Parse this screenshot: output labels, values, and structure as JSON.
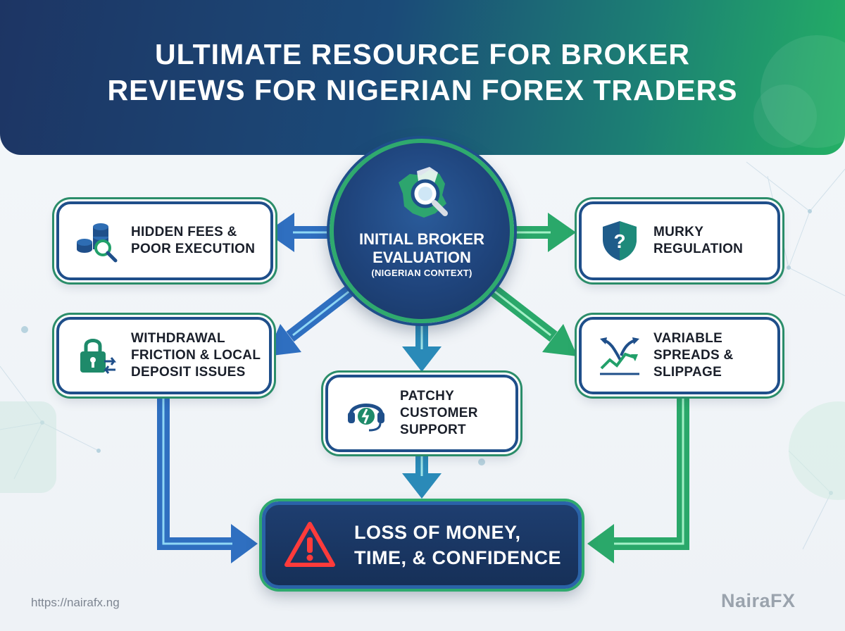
{
  "header": {
    "title_line1": "ULTIMATE RESOURCE FOR BROKER",
    "title_line2": "REVIEWS FOR NIGERIAN FOREX TRADERS"
  },
  "hub": {
    "icon": "nigeria-map-magnifier-icon",
    "title_line1": "INITIAL BROKER",
    "title_line2": "EVALUATION",
    "subtitle": "(NIGERIAN CONTEXT)"
  },
  "nodes": {
    "hidden_fees": {
      "icon": "coins-search-icon",
      "line1": "HIDDEN FEES &",
      "line2": "POOR EXECUTION"
    },
    "murky_regulation": {
      "icon": "shield-question-icon",
      "line1": "MURKY",
      "line2": "REGULATION"
    },
    "withdrawal": {
      "icon": "lock-transfer-icon",
      "line1": "WITHDRAWAL",
      "line2": "FRICTION & LOCAL",
      "line3": "DEPOSIT ISSUES"
    },
    "variable_spreads": {
      "icon": "diverging-arrows-chart-icon",
      "line1": "VARIABLE",
      "line2": "SPREADS &",
      "line3": "SLIPPAGE"
    },
    "customer_support": {
      "icon": "headset-broken-icon",
      "line1": "PATCHY",
      "line2": "CUSTOMER",
      "line3": "SUPPORT"
    }
  },
  "outcome": {
    "icon": "warning-triangle-icon",
    "line1": "LOSS OF MONEY,",
    "line2": "TIME, & CONFIDENCE"
  },
  "footer": {
    "url": "https://nairafx.ng",
    "brand": "NairaFX"
  },
  "colors": {
    "navy": "#1d3564",
    "blue": "#2a63a8",
    "green": "#2faa6e",
    "warning_red": "#ff3b3b"
  }
}
